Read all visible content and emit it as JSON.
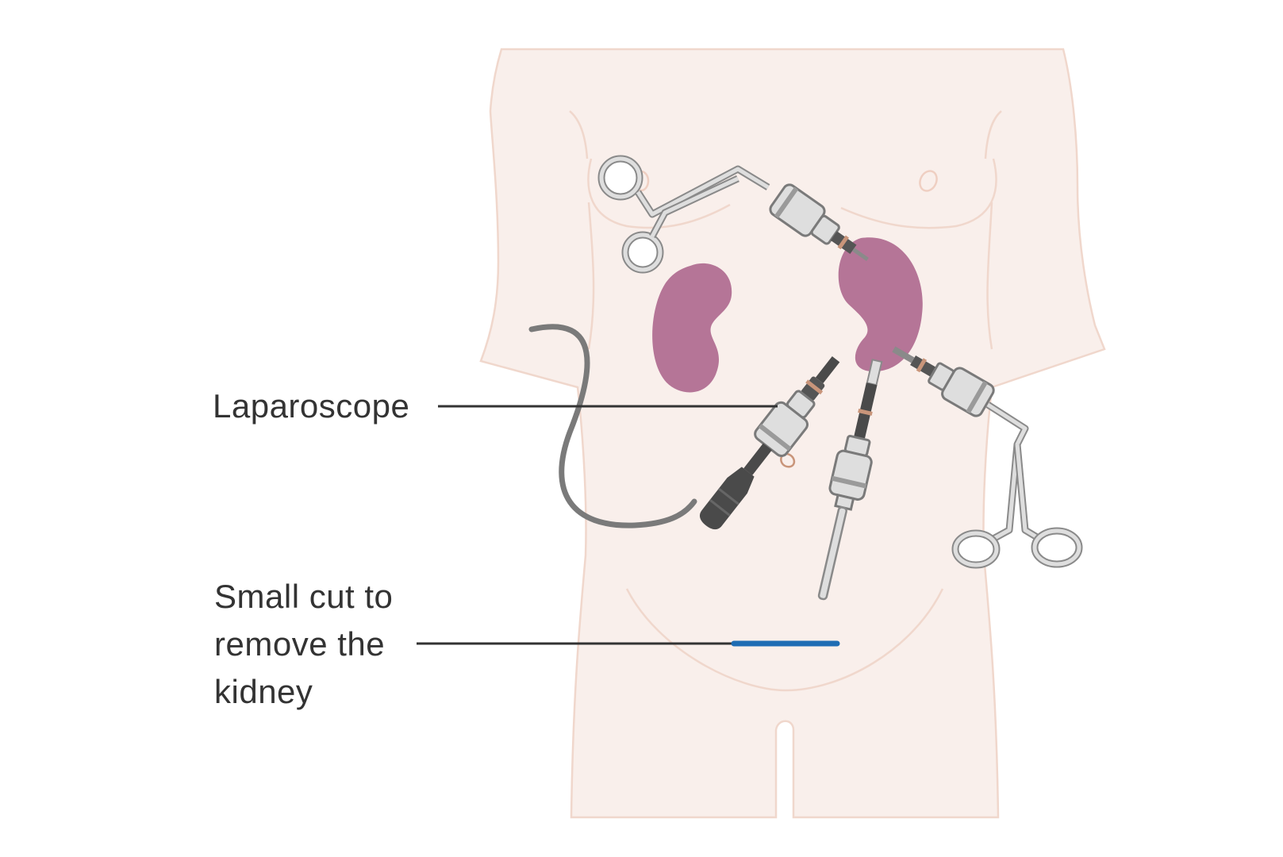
{
  "labels": {
    "laparoscope": "Laparoscope",
    "small_cut_lines": [
      "Small cut to",
      "remove the",
      "kidney"
    ]
  },
  "colors": {
    "background": "#ffffff",
    "skin_fill": "#f9efeb",
    "skin_outline": "#f0d7cc",
    "kidney": "#b57597",
    "instrument_light": "#dedede",
    "instrument_outline": "#8a8a8a",
    "instrument_dark": "#4a4a4a",
    "cable": "#7a7a7a",
    "port_ring": "#c9957a",
    "leader_line": "#333333",
    "incision": "#1f6db4",
    "label_text": "#333333"
  },
  "icons": [
    "body-outline",
    "kidney-icon",
    "forceps-icon",
    "trocar-port-icon",
    "laparoscope-icon",
    "incision-mark"
  ]
}
